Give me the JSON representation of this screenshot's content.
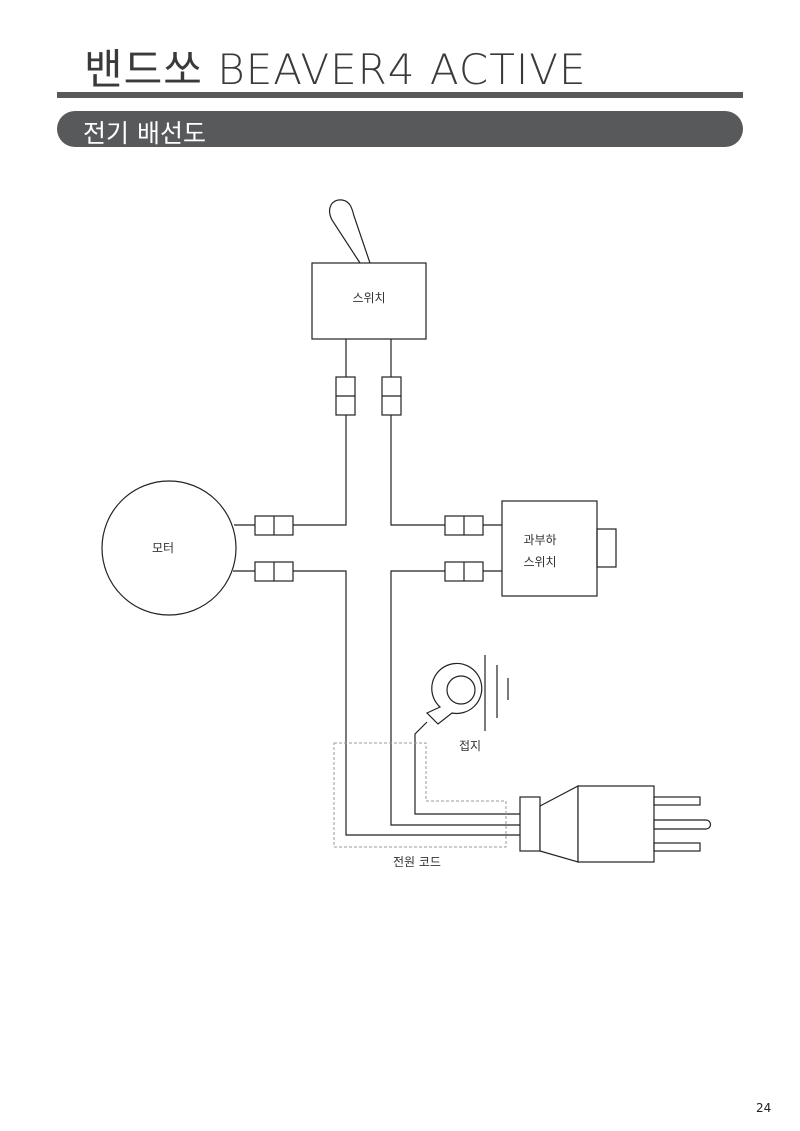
{
  "header": {
    "title": "밴드쏘 BEAVER4 ACTIVE"
  },
  "section": {
    "title": "전기 배선도"
  },
  "diagram": {
    "switch": "스위치",
    "motor": "모터",
    "overload_line1": "과부하",
    "overload_line2": "스위치",
    "ground": "접지",
    "power_cord": "전원 코드"
  },
  "footer": {
    "page_number": "24"
  }
}
